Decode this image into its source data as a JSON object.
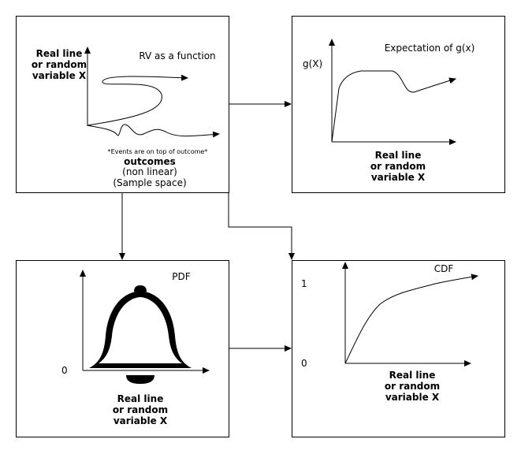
{
  "panels": {
    "rv": {
      "title": "RV as a function",
      "y_label": [
        "Real line",
        "or random",
        "variable X"
      ],
      "note": "*Events are on top of outcome*",
      "x_label_bold": "outcomes",
      "x_label_lines": [
        "(non linear)",
        "(Sample space)"
      ]
    },
    "expectation": {
      "title": "Expectation of g(x)",
      "y_label": "g(X)",
      "x_label": [
        "Real line",
        "or random",
        "variable X"
      ]
    },
    "pdf": {
      "title": "PDF",
      "origin_label": "0",
      "x_label": [
        "Real line",
        "or random",
        "variable X"
      ]
    },
    "cdf": {
      "title": "CDF",
      "y_tick_top": "1",
      "y_tick_bottom": "0",
      "x_label": [
        "Real line",
        "or random",
        "variable X"
      ]
    }
  }
}
